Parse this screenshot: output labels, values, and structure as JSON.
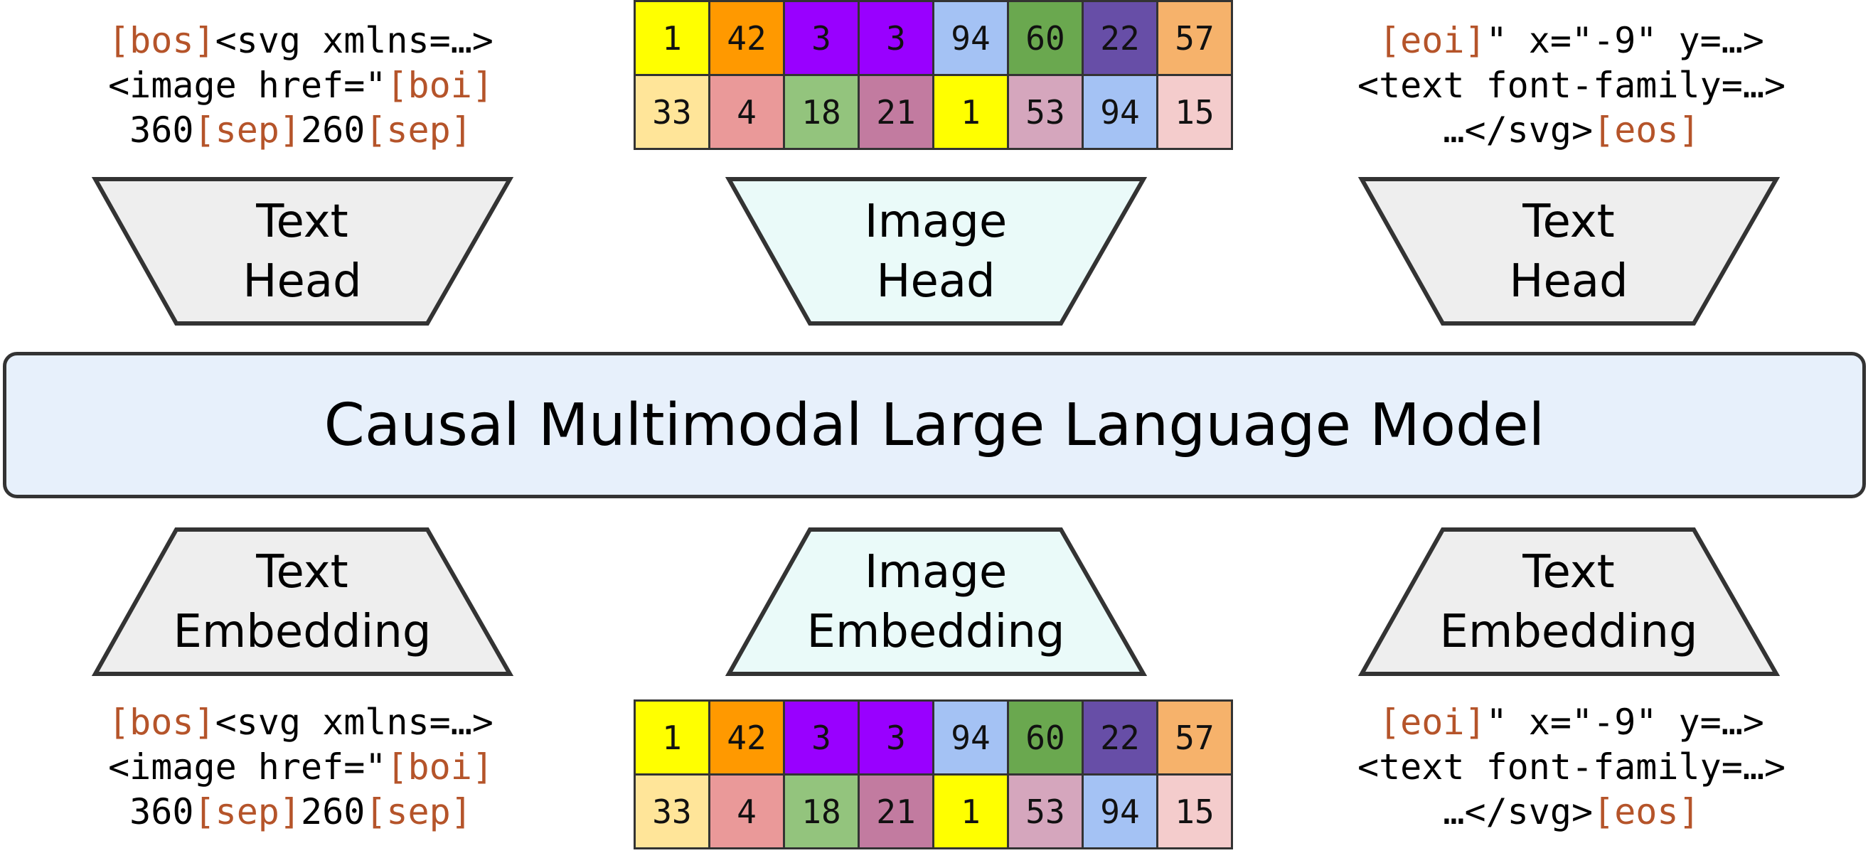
{
  "model": {
    "label": "Causal Multimodal Large Language Model"
  },
  "heads": [
    {
      "line1": "Text",
      "line2": "Head",
      "fill": "#eeeeee"
    },
    {
      "line1": "Image",
      "line2": "Head",
      "fill": "#eafaf9"
    },
    {
      "line1": "Text",
      "line2": "Head",
      "fill": "#eeeeee"
    }
  ],
  "embeddings": [
    {
      "line1": "Text",
      "line2": "Embedding",
      "fill": "#eeeeee"
    },
    {
      "line1": "Image",
      "line2": "Embedding",
      "fill": "#eafaf9"
    },
    {
      "line1": "Text",
      "line2": "Embedding",
      "fill": "#eeeeee"
    }
  ],
  "token_color": "#b5542a",
  "code_left": [
    [
      {
        "t": "[bos]",
        "special": true
      },
      {
        "t": "<svg xmlns=…>",
        "special": false
      }
    ],
    [
      {
        "t": "<image href=\"",
        "special": false
      },
      {
        "t": "[boi]",
        "special": true
      }
    ],
    [
      {
        "t": "360",
        "special": false
      },
      {
        "t": "[sep]",
        "special": true
      },
      {
        "t": "260",
        "special": false
      },
      {
        "t": "[sep]",
        "special": true
      }
    ]
  ],
  "code_right": [
    [
      {
        "t": "[eoi]",
        "special": true
      },
      {
        "t": "\" x=\"-9\" y=…>",
        "special": false
      }
    ],
    [
      {
        "t": "<text font-family=…>",
        "special": false
      }
    ],
    [
      {
        "t": "…</svg>",
        "special": false
      },
      {
        "t": "[eos]",
        "special": true
      }
    ]
  ],
  "image_tokens": [
    [
      {
        "v": "1",
        "c": "#ffff00"
      },
      {
        "v": "42",
        "c": "#ff9900"
      },
      {
        "v": "3",
        "c": "#9900ff"
      },
      {
        "v": "3",
        "c": "#9900ff"
      },
      {
        "v": "94",
        "c": "#a4c2f4"
      },
      {
        "v": "60",
        "c": "#6aa84f"
      },
      {
        "v": "22",
        "c": "#674ea7"
      },
      {
        "v": "57",
        "c": "#f6b26b"
      }
    ],
    [
      {
        "v": "33",
        "c": "#ffe599"
      },
      {
        "v": "4",
        "c": "#ea9999"
      },
      {
        "v": "18",
        "c": "#93c47d"
      },
      {
        "v": "21",
        "c": "#c27ba0"
      },
      {
        "v": "1",
        "c": "#ffff00"
      },
      {
        "v": "53",
        "c": "#d5a6bd"
      },
      {
        "v": "94",
        "c": "#a4c2f4"
      },
      {
        "v": "15",
        "c": "#f4cccc"
      }
    ]
  ]
}
